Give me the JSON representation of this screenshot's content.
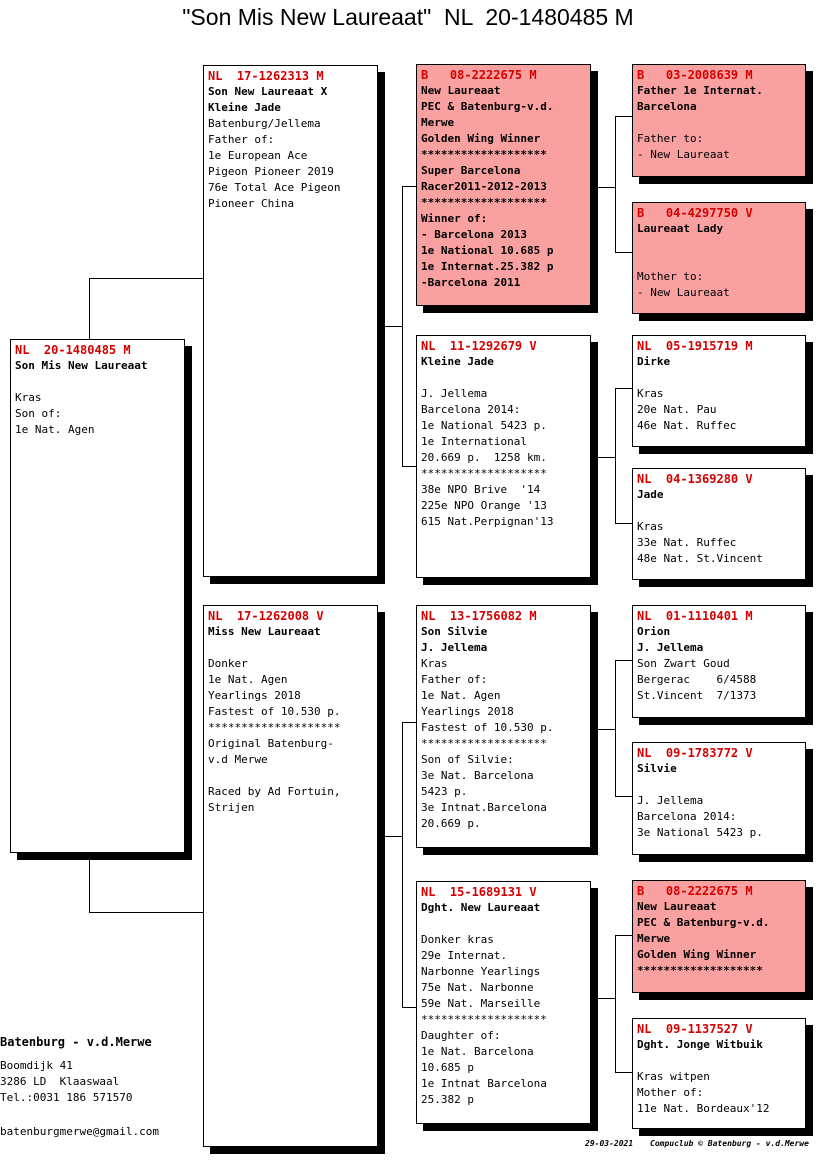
{
  "title": "\"Son Mis New Laureaat\"  NL  20-1480485 M",
  "cards": [
    {
      "id": "subject",
      "ring": "NL  20-1480485 M",
      "pink": false,
      "lines": [
        {
          "t": "Son Mis New Laureaat",
          "b": true
        },
        {
          "t": "",
          "b": false
        },
        {
          "t": "Kras",
          "b": false
        },
        {
          "t": "Son of:",
          "b": false
        },
        {
          "t": "1e Nat. Agen",
          "b": false
        }
      ]
    },
    {
      "id": "sire",
      "ring": "NL  17-1262313 M",
      "pink": false,
      "lines": [
        {
          "t": "Son New Laureaat X",
          "b": true
        },
        {
          "t": "Kleine Jade",
          "b": true
        },
        {
          "t": "Batenburg/Jellema",
          "b": false
        },
        {
          "t": "Father of:",
          "b": false
        },
        {
          "t": "1e European Ace",
          "b": false
        },
        {
          "t": "Pigeon Pioneer 2019",
          "b": false
        },
        {
          "t": "76e Total Ace Pigeon",
          "b": false
        },
        {
          "t": "Pioneer China",
          "b": false
        }
      ]
    },
    {
      "id": "dam",
      "ring": "NL  17-1262008 V",
      "pink": false,
      "lines": [
        {
          "t": "Miss New Laureaat",
          "b": true
        },
        {
          "t": "",
          "b": false
        },
        {
          "t": "Donker",
          "b": false
        },
        {
          "t": "1e Nat. Agen",
          "b": false
        },
        {
          "t": "Yearlings 2018",
          "b": false
        },
        {
          "t": "Fastest of 10.530 p.",
          "b": false
        },
        {
          "t": "********************",
          "b": false
        },
        {
          "t": "Original Batenburg-",
          "b": false
        },
        {
          "t": "v.d Merwe",
          "b": false
        },
        {
          "t": "",
          "b": false
        },
        {
          "t": "Raced by Ad Fortuin,",
          "b": false
        },
        {
          "t": "Strijen",
          "b": false
        }
      ]
    },
    {
      "id": "ss",
      "ring": "B   08-2222675 M",
      "pink": true,
      "lines": [
        {
          "t": "New Laureaat",
          "b": true
        },
        {
          "t": "PEC & Batenburg-v.d.",
          "b": true
        },
        {
          "t": "Merwe",
          "b": true
        },
        {
          "t": "Golden Wing Winner",
          "b": true
        },
        {
          "t": "*******************",
          "b": true
        },
        {
          "t": "Super Barcelona",
          "b": true
        },
        {
          "t": "Racer2011-2012-2013",
          "b": true
        },
        {
          "t": "*******************",
          "b": true
        },
        {
          "t": "Winner of:",
          "b": true
        },
        {
          "t": "- Barcelona 2013",
          "b": true
        },
        {
          "t": "1e National 10.685 p",
          "b": true
        },
        {
          "t": "1e Internat.25.382 p",
          "b": true
        },
        {
          "t": "-Barcelona 2011",
          "b": true
        }
      ]
    },
    {
      "id": "sd",
      "ring": "NL  11-1292679 V",
      "pink": false,
      "lines": [
        {
          "t": "Kleine Jade",
          "b": true
        },
        {
          "t": "",
          "b": false
        },
        {
          "t": "J. Jellema",
          "b": false
        },
        {
          "t": "Barcelona 2014:",
          "b": false
        },
        {
          "t": "1e National 5423 p.",
          "b": false
        },
        {
          "t": "1e International",
          "b": false
        },
        {
          "t": "20.669 p.  1258 km.",
          "b": false
        },
        {
          "t": "*******************",
          "b": false
        },
        {
          "t": "38e NPO Brive  '14",
          "b": false
        },
        {
          "t": "225e NPO Orange '13",
          "b": false
        },
        {
          "t": "615 Nat.Perpignan'13",
          "b": false
        }
      ]
    },
    {
      "id": "ds",
      "ring": "NL  13-1756082 M",
      "pink": false,
      "lines": [
        {
          "t": "Son Silvie",
          "b": true
        },
        {
          "t": "J. Jellema",
          "b": true
        },
        {
          "t": "Kras",
          "b": false
        },
        {
          "t": "Father of:",
          "b": false
        },
        {
          "t": "1e Nat. Agen",
          "b": false
        },
        {
          "t": "Yearlings 2018",
          "b": false
        },
        {
          "t": "Fastest of 10.530 p.",
          "b": false
        },
        {
          "t": "*******************",
          "b": false
        },
        {
          "t": "Son of Silvie:",
          "b": false
        },
        {
          "t": "3e Nat. Barcelona",
          "b": false
        },
        {
          "t": "5423 p.",
          "b": false
        },
        {
          "t": "3e Intnat.Barcelona",
          "b": false
        },
        {
          "t": "20.669 p.",
          "b": false
        }
      ]
    },
    {
      "id": "dd",
      "ring": "NL  15-1689131 V",
      "pink": false,
      "lines": [
        {
          "t": "Dght. New Laureaat",
          "b": true
        },
        {
          "t": "",
          "b": false
        },
        {
          "t": "Donker kras",
          "b": false
        },
        {
          "t": "29e Internat.",
          "b": false
        },
        {
          "t": "Narbonne Yearlings",
          "b": false
        },
        {
          "t": "75e Nat. Narbonne",
          "b": false
        },
        {
          "t": "59e Nat. Marseille",
          "b": false
        },
        {
          "t": "*******************",
          "b": false
        },
        {
          "t": "Daughter of:",
          "b": false
        },
        {
          "t": "1e Nat. Barcelona",
          "b": false
        },
        {
          "t": "10.685 p",
          "b": false
        },
        {
          "t": "1e Intnat Barcelona",
          "b": false
        },
        {
          "t": "25.382 p",
          "b": false
        }
      ]
    },
    {
      "id": "sss",
      "ring": "B   03-2008639 M",
      "pink": true,
      "lines": [
        {
          "t": "Father 1e Internat.",
          "b": true
        },
        {
          "t": "Barcelona",
          "b": true
        },
        {
          "t": "",
          "b": false
        },
        {
          "t": "Father to:",
          "b": false
        },
        {
          "t": "- New Laureaat",
          "b": false
        }
      ]
    },
    {
      "id": "ssd",
      "ring": "B   04-4297750 V",
      "pink": true,
      "lines": [
        {
          "t": "Laureaat Lady",
          "b": true
        },
        {
          "t": "",
          "b": false
        },
        {
          "t": "",
          "b": false
        },
        {
          "t": "Mother to:",
          "b": false
        },
        {
          "t": "- New Laureaat",
          "b": false
        }
      ]
    },
    {
      "id": "sds",
      "ring": "NL  05-1915719 M",
      "pink": false,
      "lines": [
        {
          "t": "Dirke",
          "b": true
        },
        {
          "t": "",
          "b": false
        },
        {
          "t": "Kras",
          "b": false
        },
        {
          "t": "20e Nat. Pau",
          "b": false
        },
        {
          "t": "46e Nat. Ruffec",
          "b": false
        }
      ]
    },
    {
      "id": "sdd",
      "ring": "NL  04-1369280 V",
      "pink": false,
      "lines": [
        {
          "t": "Jade",
          "b": true
        },
        {
          "t": "",
          "b": false
        },
        {
          "t": "Kras",
          "b": false
        },
        {
          "t": "33e Nat. Ruffec",
          "b": false
        },
        {
          "t": "48e Nat. St.Vincent",
          "b": false
        }
      ]
    },
    {
      "id": "dss",
      "ring": "NL  01-1110401 M",
      "pink": false,
      "lines": [
        {
          "t": "Orion",
          "b": true
        },
        {
          "t": "J. Jellema",
          "b": true
        },
        {
          "t": "Son Zwart Goud",
          "b": false
        },
        {
          "t": "Bergerac    6/4588",
          "b": false
        },
        {
          "t": "St.Vincent  7/1373",
          "b": false
        }
      ]
    },
    {
      "id": "dsd",
      "ring": "NL  09-1783772 V",
      "pink": false,
      "lines": [
        {
          "t": "Silvie",
          "b": true
        },
        {
          "t": "",
          "b": false
        },
        {
          "t": "J. Jellema",
          "b": false
        },
        {
          "t": "Barcelona 2014:",
          "b": false
        },
        {
          "t": "3e National 5423 p.",
          "b": false
        }
      ]
    },
    {
      "id": "dds",
      "ring": "B   08-2222675 M",
      "pink": true,
      "lines": [
        {
          "t": "New Laureaat",
          "b": true
        },
        {
          "t": "PEC & Batenburg-v.d.",
          "b": true
        },
        {
          "t": "Merwe",
          "b": true
        },
        {
          "t": "Golden Wing Winner",
          "b": true
        },
        {
          "t": "*******************",
          "b": true
        }
      ]
    },
    {
      "id": "ddd",
      "ring": "NL  09-1137527 V",
      "pink": false,
      "lines": [
        {
          "t": "Dght. Jonge Witbuik",
          "b": true
        },
        {
          "t": "",
          "b": false
        },
        {
          "t": "Kras witpen",
          "b": false
        },
        {
          "t": "Mother of:",
          "b": false
        },
        {
          "t": "11e Nat. Bordeaux'12",
          "b": false
        }
      ]
    }
  ],
  "owner": {
    "name": "Batenburg - v.d.Merwe",
    "address": [
      "Boomdijk 41",
      "3286 LD  Klaaswaal",
      "Tel.:0031 186 571570"
    ],
    "email": "batenburgmerwe@gmail.com"
  },
  "footer": {
    "date": "29-03-2021",
    "credit": "Compuclub © Batenburg - v.d.Merwe"
  }
}
